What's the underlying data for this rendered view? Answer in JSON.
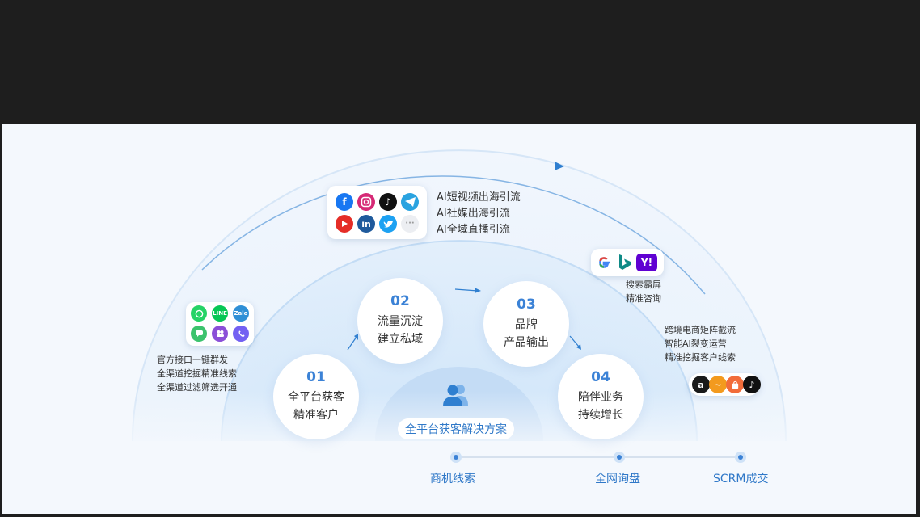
{
  "colors": {
    "accent": "#3b82d6",
    "background": "#f4f8fd",
    "frame": "#1e1e1e"
  },
  "center": {
    "icon": "users-icon",
    "title": "全平台获客解决方案"
  },
  "steps": [
    {
      "num": "01",
      "line1": "全平台获客",
      "line2": "精准客户"
    },
    {
      "num": "02",
      "line1": "流量沉淀",
      "line2": "建立私域"
    },
    {
      "num": "03",
      "line1": "品牌",
      "line2": "产品输出"
    },
    {
      "num": "04",
      "line1": "陪伴业务",
      "line2": "持续增长"
    }
  ],
  "social": {
    "icons": [
      "facebook-icon",
      "instagram-icon",
      "tiktok-icon",
      "telegram-icon",
      "youtube-icon",
      "linkedin-icon",
      "twitter-icon",
      "more-icon"
    ],
    "lines": [
      "AI短视频出海引流",
      "AI社媒出海引流",
      "AI全域直播引流"
    ]
  },
  "messaging": {
    "icons": [
      "whatsapp-icon",
      "line-icon",
      "zalo-icon",
      "chat-icon",
      "messenger-icon",
      "viber-icon"
    ],
    "lines": [
      "官方接口一键群发",
      "全渠道挖掘精准线索",
      "全渠道过滤筛选开通"
    ]
  },
  "search": {
    "icons": [
      "google-icon",
      "bing-icon",
      "yahoo-icon"
    ],
    "yahoo_label": "Y!",
    "lines": [
      "搜索霸屏",
      "精准咨询"
    ]
  },
  "ecommerce": {
    "lines": [
      "跨境电商矩阵截流",
      "智能AI裂变运营",
      "精准挖掘客户线索"
    ],
    "icons": [
      "amazon-icon",
      "alibaba-icon",
      "shop-icon",
      "tiktok-shop-icon"
    ]
  },
  "timeline": [
    "商机线索",
    "全网询盘",
    "SCRM成交"
  ]
}
